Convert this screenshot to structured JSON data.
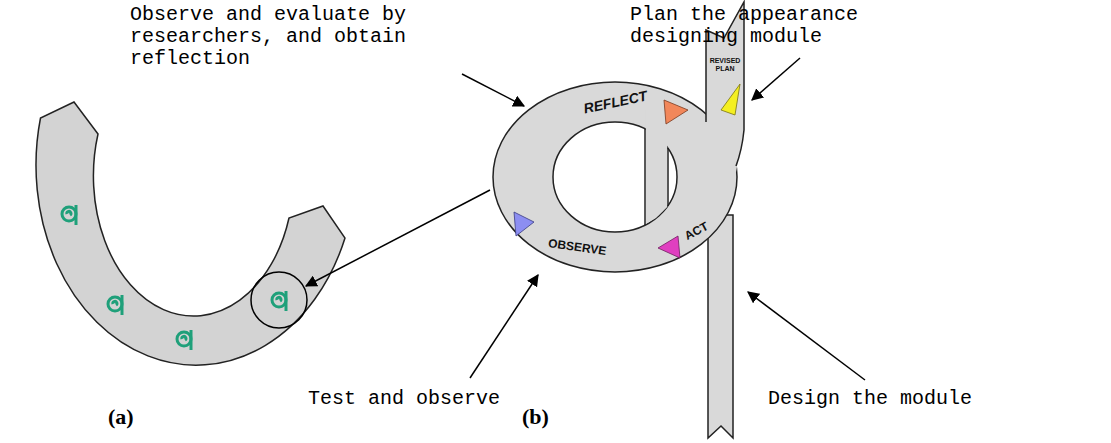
{
  "diagram": {
    "labels": [
      "Observe and evaluate by researchers, and obtain reflection",
      "Plan the appearance designing module",
      "REFLECT",
      "REVISED PLAN",
      "OBSERVE",
      "ACT",
      "Test and observe",
      "Design the module",
      "(a)",
      "(b)"
    ]
  }
}
